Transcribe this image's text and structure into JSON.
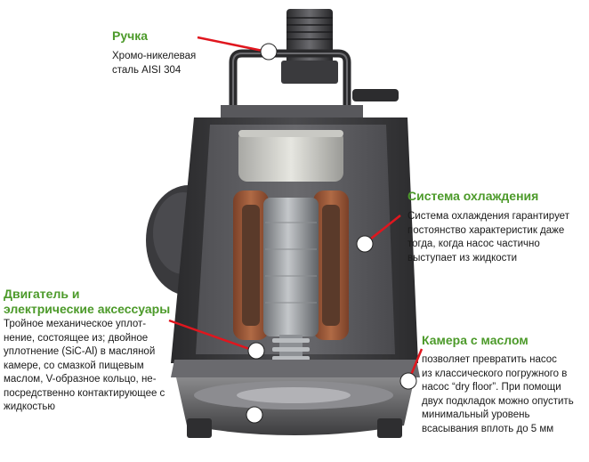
{
  "colors": {
    "title_green": "#4c9a2a",
    "callout_red": "#e0161e",
    "body_text": "#1a1a1a",
    "housing_dark": "#3a3a3c",
    "winding_copper": "#9a5a3a",
    "rotor_steel": "#9a9da0"
  },
  "callouts": {
    "handle": {
      "title": "Ручка",
      "lines": [
        "Хромо-никелевая",
        "сталь AISI 304"
      ]
    },
    "cooling": {
      "title": "Система охлаждения",
      "lines": [
        "Система охлаждения гарантирует",
        "постоянство характеристик даже",
        "тогда, когда насос частично",
        "выступает из жидкости"
      ]
    },
    "motor": {
      "title_lines": [
        "Двигатель и",
        "электрические аксессуары"
      ],
      "lines": [
        "Тройное механическое уплот-",
        "нение, состоящее из; двойное",
        "уплотнение (SiC-Al) в масляной",
        "камере, со смазкой пищевым",
        "маслом, V-образное кольцо, не-",
        "посредственно контактирующее с",
        "жидкостью"
      ]
    },
    "oil_chamber": {
      "title": "Камера с маслом",
      "lines": [
        "позволяет превратить насос",
        "из классического погружного в",
        "насос “dry floor”. При помощи",
        "двух подкладок можно опустить",
        "минимальный уровень",
        "всасывания вплоть до 5 мм"
      ]
    }
  }
}
